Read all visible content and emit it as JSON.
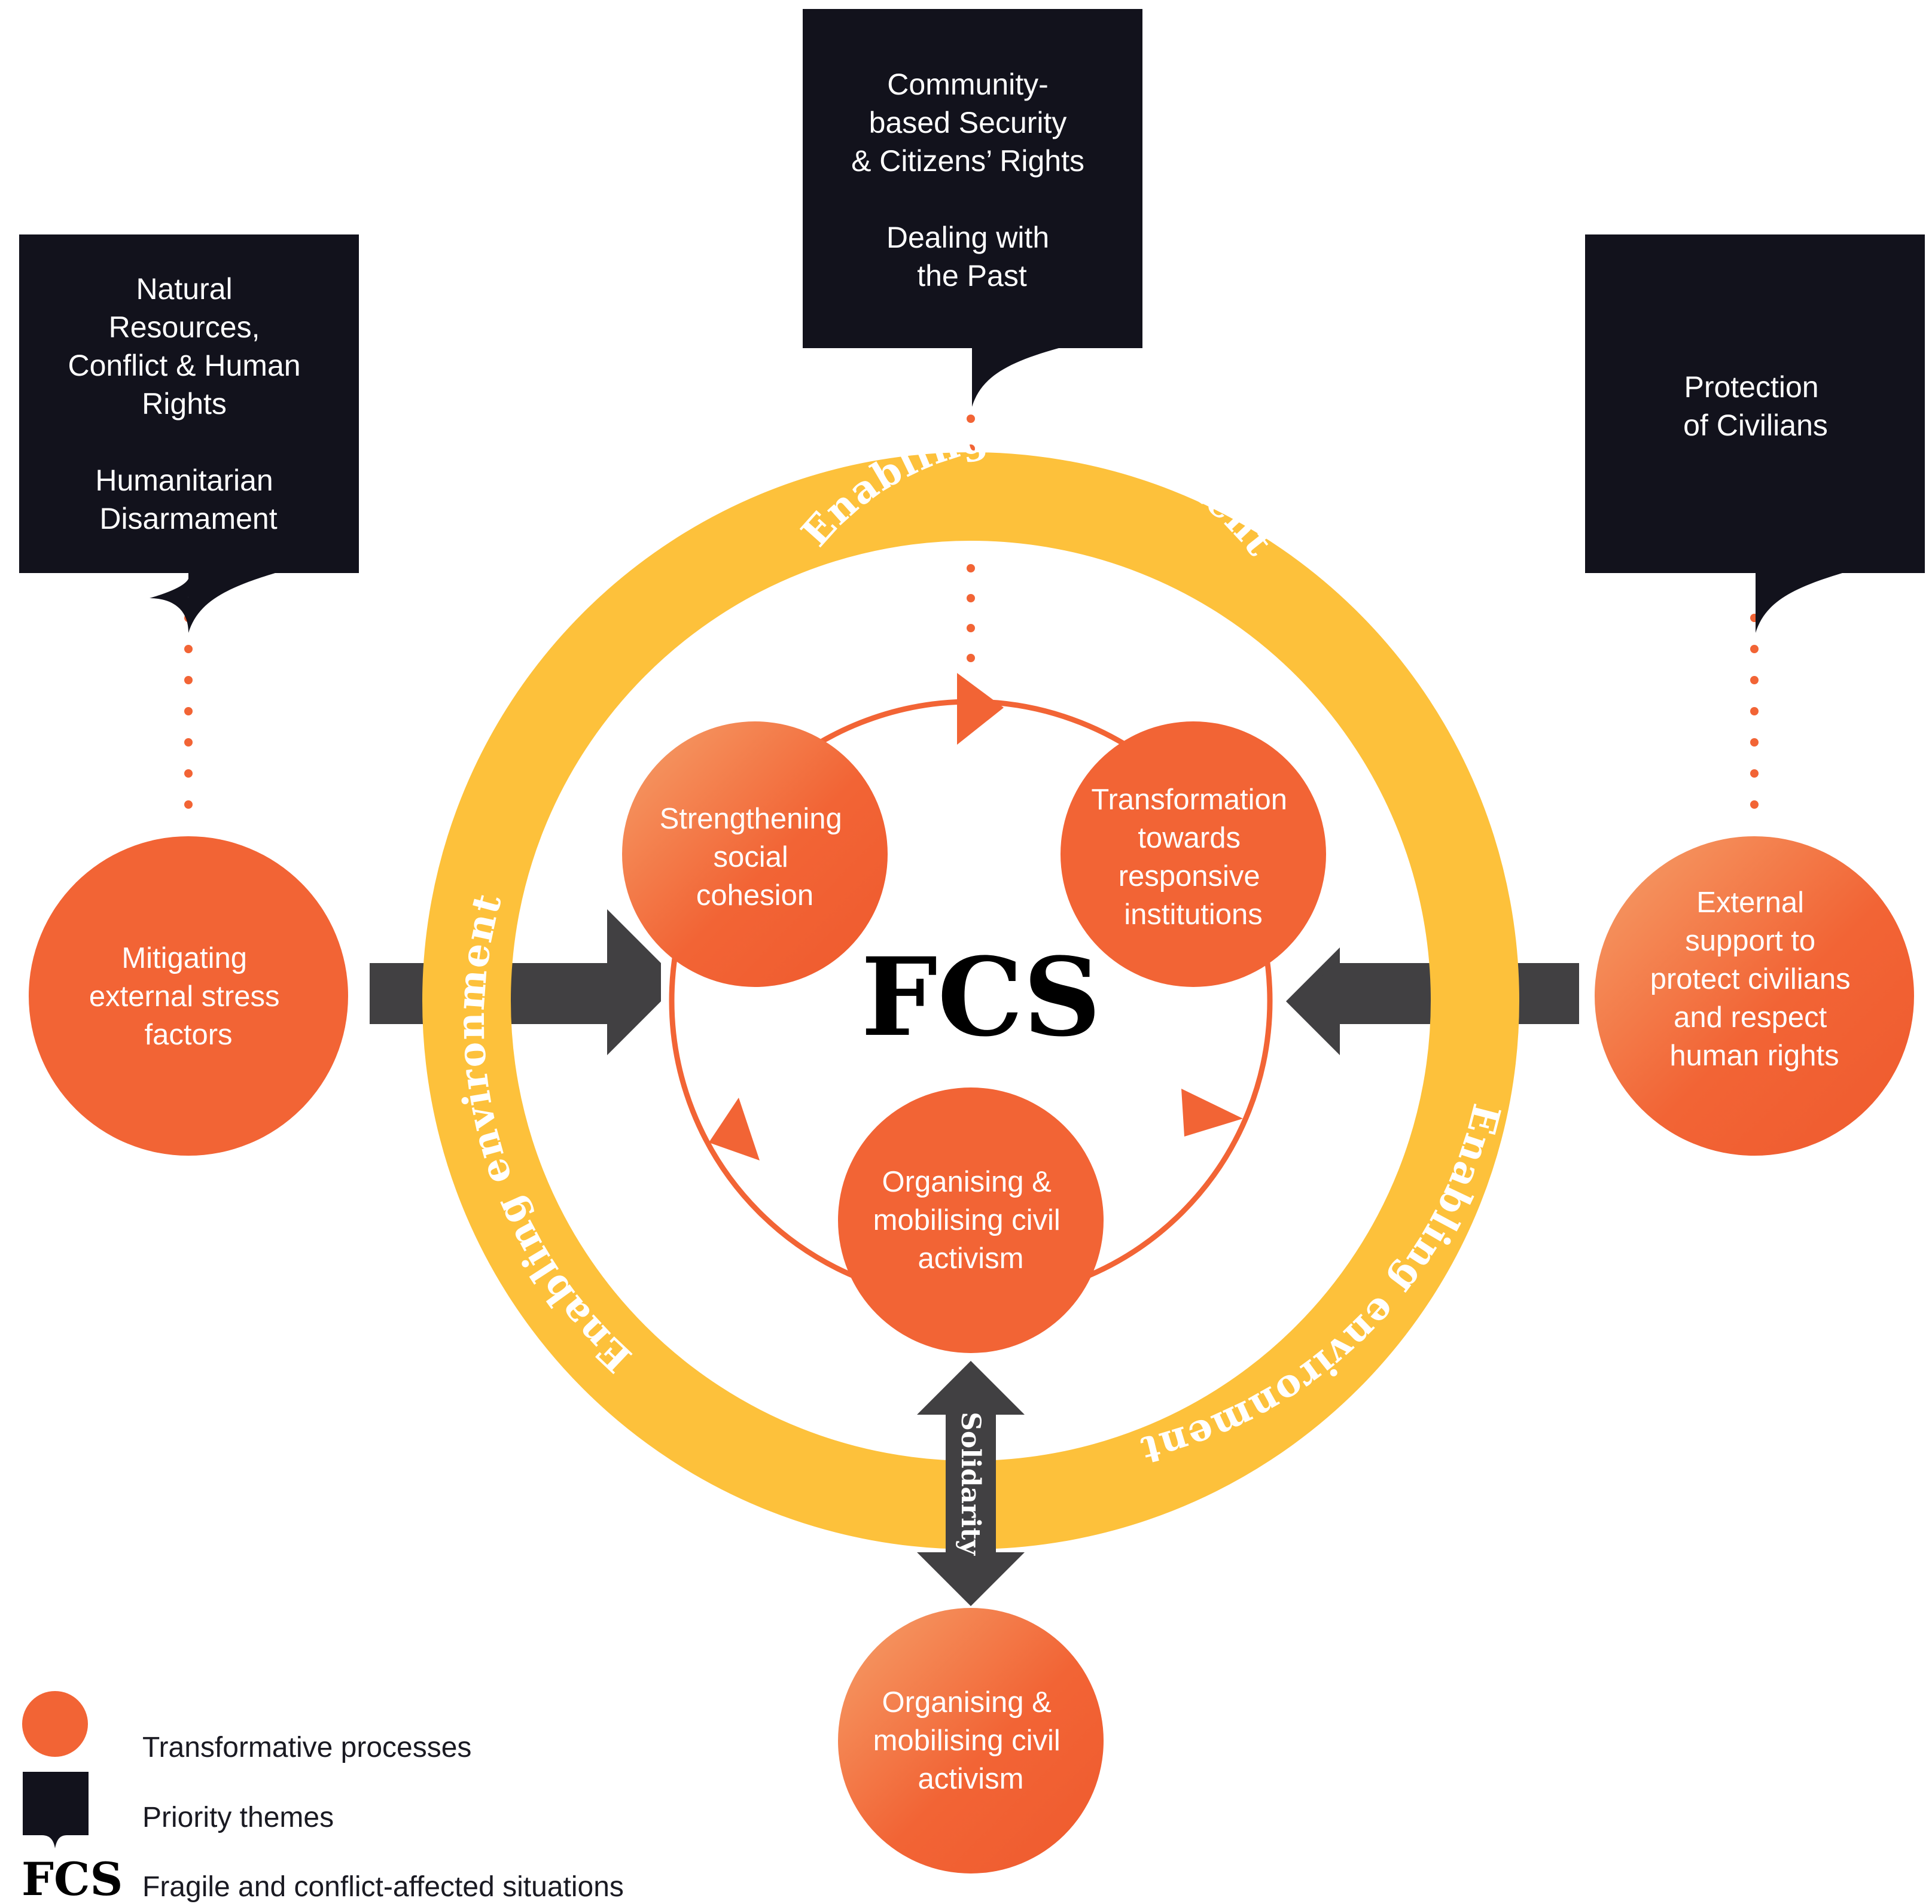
{
  "priority_themes": {
    "left": [
      "Natural",
      "Resources,",
      "Conflict & Human",
      "Rights",
      "",
      "Humanitarian",
      "Disarmament"
    ],
    "top": [
      "Community-",
      "based Security",
      "& Citizens’ Rights",
      "",
      "Dealing with",
      "the Past"
    ],
    "right": [
      "Protection",
      "of Civilians"
    ]
  },
  "processes": {
    "left": [
      "Mitigating",
      "external stress",
      "factors"
    ],
    "right": [
      "External",
      "support to",
      "protect civilians",
      "and respect",
      "human rights"
    ],
    "inner_top_left": [
      "Strengthening",
      "social",
      "cohesion"
    ],
    "inner_top_right": [
      "Transformation",
      "towards",
      "responsive",
      "institutions"
    ],
    "inner_bottom": [
      "Organising &",
      "mobilising civil",
      "activism"
    ],
    "bottom": [
      "Organising &",
      "mobilising civil",
      "activism"
    ]
  },
  "ring_label": "Enabling environment",
  "center_label": "FCS",
  "solidarity_label": "Solidarity",
  "legend": {
    "transformative": "Transformative processes",
    "priority": "Priority themes",
    "fcs_symbol": "FCS",
    "fcs": "Fragile and conflict-affected situations"
  },
  "colors": {
    "orange": "#F26435",
    "orange_light": "#F59060",
    "yellow": "#FDC13B",
    "black_box": "#12121C",
    "arrow_grey": "#414042"
  }
}
